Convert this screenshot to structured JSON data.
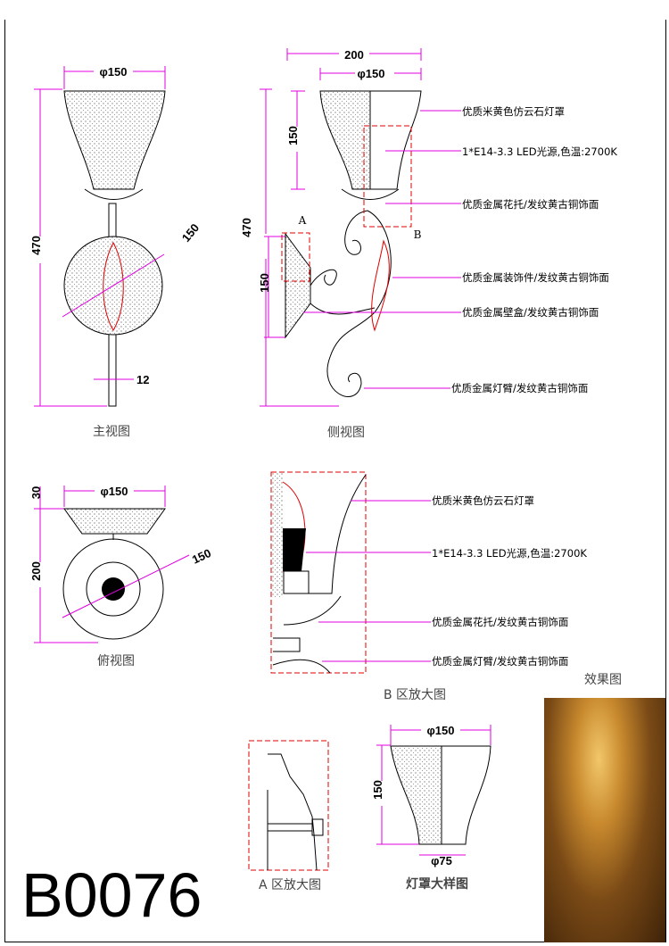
{
  "code": "B0076",
  "front_view": {
    "caption": "主视图",
    "dia": "φ150",
    "height": "470",
    "rosette": "150",
    "rod": "12"
  },
  "side_view": {
    "caption": "侧视图",
    "width": "200",
    "dia": "φ150",
    "shade_h": "150",
    "height": "470",
    "plate_h": "150",
    "mark_a": "A",
    "mark_b": "B",
    "notes": [
      "优质米黄色仿云石灯罩",
      "1*E14-3.3 LED光源,色温:2700K",
      "优质金属花托/发纹黄古铜饰面",
      "优质金属装饰件/发纹黄古铜饰面",
      "优质金属壁盒/发纹黄古铜饰面",
      "优质金属灯臂/发纹黄古铜饰面"
    ]
  },
  "top_view": {
    "caption": "俯视图",
    "plate_h": "30",
    "dia": "φ150",
    "depth": "200",
    "flower": "150"
  },
  "detail_b": {
    "caption": "B 区放大图",
    "notes": [
      "优质米黄色仿云石灯罩",
      "1*E14-3.3 LED光源,色温:2700K",
      "优质金属花托/发纹黄古铜饰面",
      "优质金属灯臂/发纹黄古铜饰面"
    ]
  },
  "detail_a": {
    "caption": "A 区放大图"
  },
  "shade_detail": {
    "caption": "灯罩大样图",
    "top": "φ150",
    "height": "150",
    "bottom": "φ75"
  },
  "effect": {
    "caption": "效果图"
  },
  "colors": {
    "dimension": "#e000e0",
    "detail": "#e00000"
  }
}
